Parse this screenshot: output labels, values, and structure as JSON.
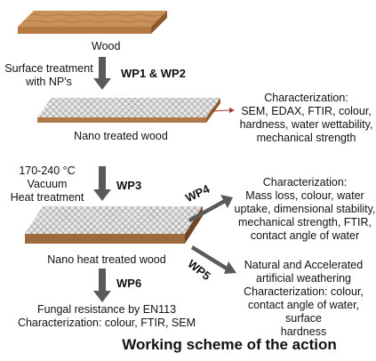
{
  "colors": {
    "wood_top": "#c9925a",
    "wood_grain": "#a9713d",
    "wood_side_front": "#b57a44",
    "wood_side_right": "#8e5a2c",
    "nano_grid": "#7f7f7f",
    "nano_fill": "#e6e6e6",
    "arrow": "#5a5a5a"
  },
  "stages": {
    "wood": "Wood",
    "nano_treated": "Nano treated wood",
    "nano_heat_treated": "Nano heat treated wood"
  },
  "steps": {
    "surface_treatment": [
      "Surface treatment",
      "with NP's"
    ],
    "heat_treatment": [
      "170-240 °C",
      "Vacuum",
      "Heat treatment"
    ]
  },
  "work_packages": {
    "wp12": "WP1 & WP2",
    "wp3": "WP3",
    "wp4": "WP4",
    "wp5": "WP5",
    "wp6": "WP6"
  },
  "characterization_1": [
    "Characterization:",
    "SEM, EDAX, FTIR, colour,",
    "hardness, water wettability,",
    "mechanical strength"
  ],
  "characterization_2": [
    "Characterization:",
    "Mass loss, colour, water",
    "uptake, dimensional stability,",
    "mechanical strength, FTIR,",
    "contact angle of water"
  ],
  "weathering": [
    "Natural and Accelerated",
    "artificial weathering",
    "Characterization: colour,",
    "contact angle of water, surface",
    "hardness"
  ],
  "fungal": [
    "Fungal resistance by EN113",
    "Characterization: colour, FTIR, SEM"
  ],
  "title": "Working scheme of the action"
}
